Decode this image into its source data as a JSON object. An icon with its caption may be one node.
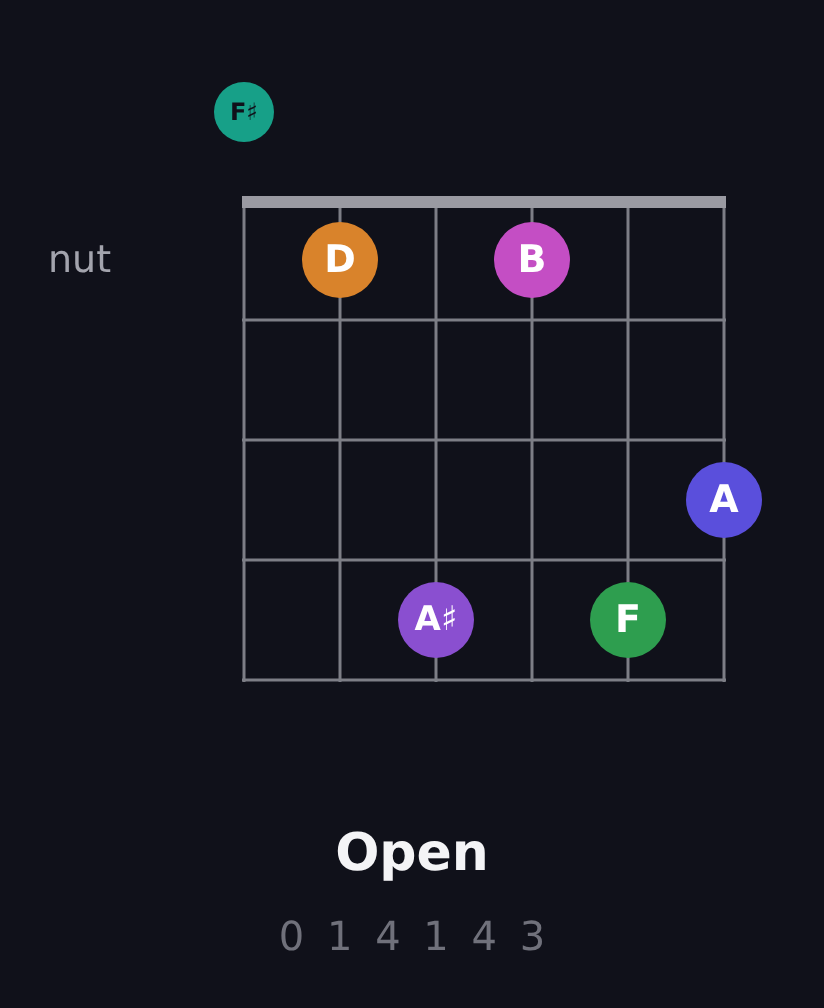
{
  "diagram": {
    "title": "Open",
    "nodes": [
      {
        "text": [
          "F♯"
        ]
      },
      {
        "text": [
          "D"
        ]
      },
      {
        "text": [
          "B"
        ]
      },
      {
        "text": [
          "A"
        ]
      },
      {
        "text": [
          "A♯"
        ]
      },
      {
        "text": [
          "F"
        ]
      }
    ],
    "labels": [
      "nut",
      "0 1 4 1 4 3"
    ]
  }
}
